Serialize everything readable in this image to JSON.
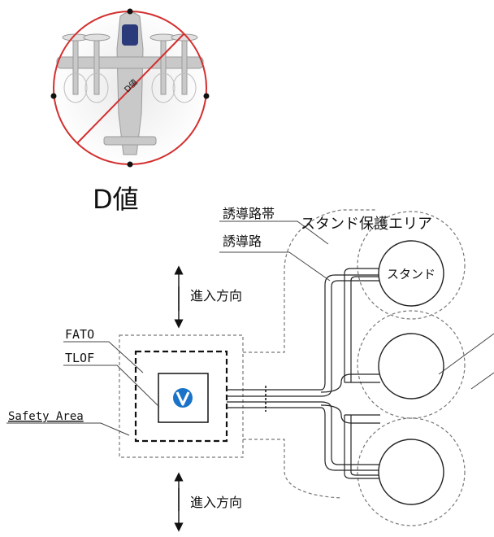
{
  "d_value": {
    "label": "D値",
    "diagonal_text": "D値"
  },
  "labels": {
    "taxiway_strip": "誘導路帯",
    "taxiway": "誘導路",
    "stand_protection_area": "スタンド保護エリア",
    "stand": "スタンド",
    "approach_top": "進入方向",
    "approach_bottom": "進入方向",
    "fato": "FATO",
    "tlof": "TLOF",
    "safety_area": "Safety Area"
  },
  "logo": {
    "letter": "V",
    "color": "#1a73c8"
  },
  "colors": {
    "d_circle": "#d32f2f",
    "lines": "#222222",
    "dashed": "#777777"
  }
}
